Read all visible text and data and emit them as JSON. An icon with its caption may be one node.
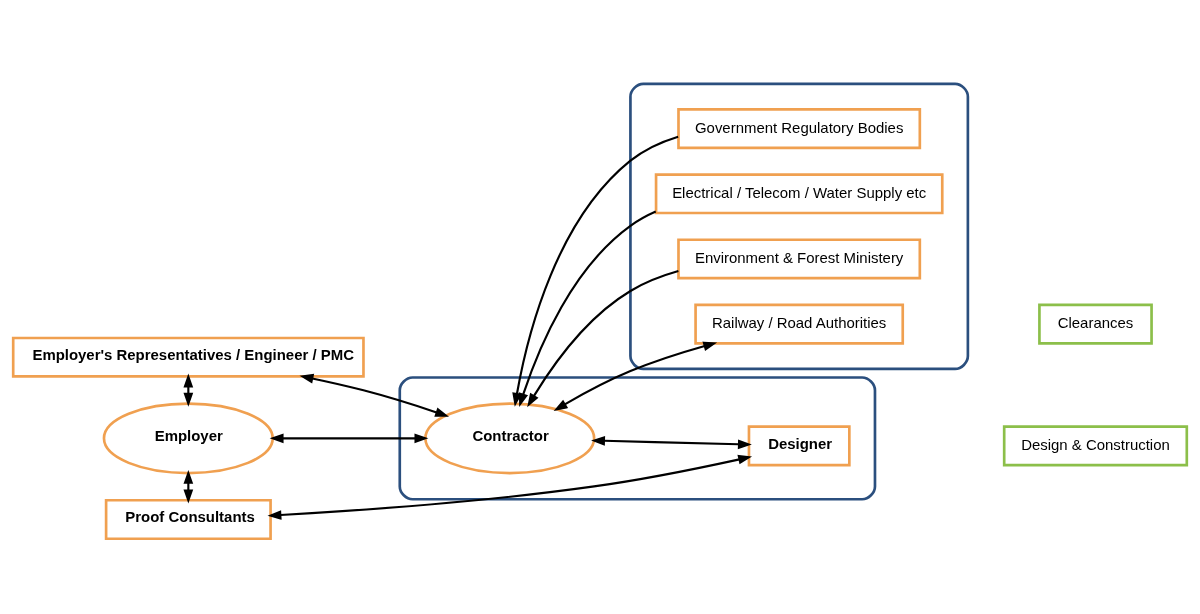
{
  "diagram": {
    "nodes": [
      {
        "text": [
          "Employer's Representatives / Engineer / PMC"
        ]
      },
      {
        "text": [
          "Employer"
        ]
      },
      {
        "text": [],
        "shape": "ellipse"
      },
      {
        "text": [
          "Contractor"
        ],
        "in": 2
      },
      {
        "text": [
          "Designer"
        ],
        "in": 2
      },
      {
        "text": [
          "Proof Consultants"
        ]
      },
      {
        "text": [],
        "shape": "ellipse"
      },
      {
        "text": [
          "Government Regulatory Bodies"
        ],
        "in": 6
      },
      {
        "text": [
          "Electrical / Telecom / Water Supply etc"
        ],
        "in": 6
      },
      {
        "text": [
          "Environment & Forest Ministery"
        ],
        "in": 6
      },
      {
        "text": [
          "Railway / Road Authorities"
        ],
        "in": 6
      },
      {
        "text": [
          "Design & Construction"
        ]
      },
      {
        "text": [
          "Clearances"
        ]
      }
    ],
    "edges": [
      {
        "from": 0,
        "to": 1,
        "arrow": "both"
      },
      {
        "from": 0,
        "to": 3,
        "arrow": "both"
      },
      {
        "from": 1,
        "to": 3,
        "arrow": "both"
      },
      {
        "from": 1,
        "to": 5,
        "arrow": "both"
      },
      {
        "from": 5,
        "to": 4,
        "arrow": "both"
      },
      {
        "from": 3,
        "to": 4,
        "arrow": "both"
      },
      {
        "from": 7,
        "to": 3,
        "arrow": "to"
      },
      {
        "from": 8,
        "to": 3,
        "arrow": "to"
      },
      {
        "from": 9,
        "to": 3,
        "arrow": "to"
      },
      {
        "from": 3,
        "to": 10,
        "arrow": "both"
      }
    ]
  }
}
